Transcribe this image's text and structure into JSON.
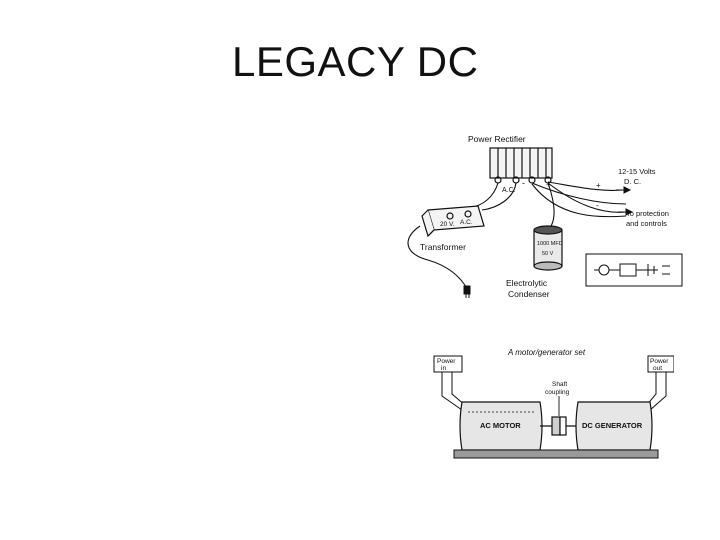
{
  "slide": {
    "title": "LEGACY DC"
  },
  "rectifier_diagram": {
    "power_rectifier": "Power Rectifier",
    "ac_label": "A.C.",
    "minus": "-",
    "plus": "+",
    "volts": "12-15 Volts",
    "dc": "D. C.",
    "plus_out": "+",
    "minus_out": "-",
    "to_protection": "To protection",
    "and_controls": "and controls",
    "xfmr_left": "20 V.",
    "xfmr_right": "A.C.",
    "transformer": "Transformer",
    "cap_line1": "1000 MFD",
    "cap_line2": "50 V",
    "electrolytic": "Electrolytic",
    "condenser": "Condenser"
  },
  "motorgen_diagram": {
    "caption": "A motor/generator set",
    "power_in_line1": "Power",
    "power_in_line2": "in",
    "power_out_line1": "Power",
    "power_out_line2": "out",
    "shaft_line1": "Shaft",
    "shaft_line2": "coupling",
    "ac_motor": "AC MOTOR",
    "dc_generator": "DC GENERATOR"
  }
}
